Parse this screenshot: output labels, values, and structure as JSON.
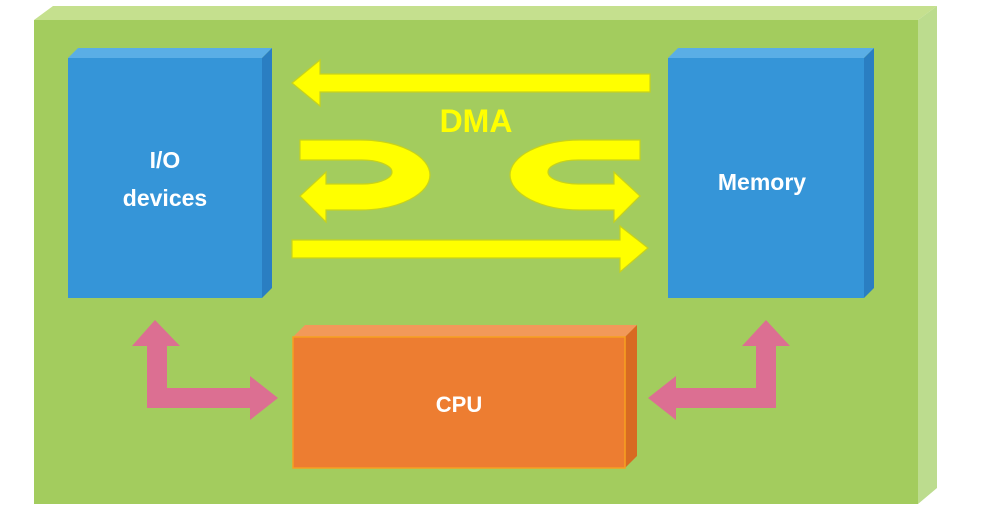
{
  "colors": {
    "board_front": "#a3cc5e",
    "board_top": "#c5e08e",
    "board_side": "#bcdc8e",
    "box_front": "#3595d8",
    "box_top": "#5aaee6",
    "box_side": "#2a7ec2",
    "cpu_front": "#ed7d31",
    "cpu_top": "#f2995a",
    "cpu_side": "#d86a22",
    "cpu_border": "#f7a020",
    "dma_arrow_fill": "#ffff00",
    "dma_arrow_stroke": "#c7d21a",
    "cpu_arrow_fill": "#dc6f92",
    "label_text": "#ffffff",
    "dma_text": "#ffff00"
  },
  "nodes": {
    "io": {
      "line1": "I/O",
      "line2": "devices"
    },
    "memory": {
      "label": "Memory"
    },
    "cpu": {
      "label": "CPU"
    }
  },
  "dma_label": "DMA",
  "icons": {
    "dma_arrows": [
      "arrow-left-icon",
      "u-turn-left-icon",
      "u-turn-right-icon",
      "arrow-right-icon"
    ],
    "cpu_arrows": [
      "elbow-arrow-io-cpu-icon",
      "elbow-arrow-memory-cpu-icon"
    ]
  }
}
